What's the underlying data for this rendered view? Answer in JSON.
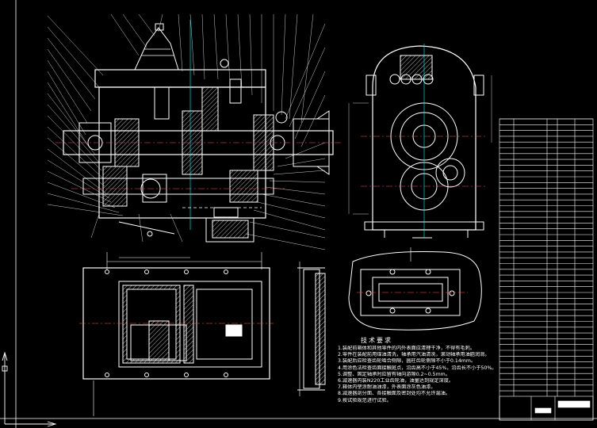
{
  "drawing": {
    "notes_title": "技术要求",
    "notes": [
      "1.装配前箱体和其他零件的内外表面应清理干净，不得有毛刺。",
      "2.零件在装配前用煤油清洗，轴承用汽油清洗，滚动轴承用油脂润滑。",
      "3.装配后应检查齿轮啮合侧隙，圆柱齿轮侧隙不小于0.14mm。",
      "4.用涂色法检查齿面接触斑点，沿齿高不小于45%，沿齿长不小于50%。",
      "5.调整、固定轴承时应留有轴向游隙0.2~0.5mm。",
      "6.减速器内装N220工业齿轮油，油量达到规定深度。",
      "7.箱体内壁涂耐油油漆，外表面涂灰色油漆。",
      "8.减速器剖分面、各接触面及密封处均不允许漏油。",
      "9.按试验规范进行试验。"
    ],
    "colors": {
      "background": "#000000",
      "outline": "#ffffff",
      "leader": "#ffff55",
      "section_hatch": "#ffffff"
    },
    "icons": [
      "ucs-axis-icon"
    ]
  }
}
